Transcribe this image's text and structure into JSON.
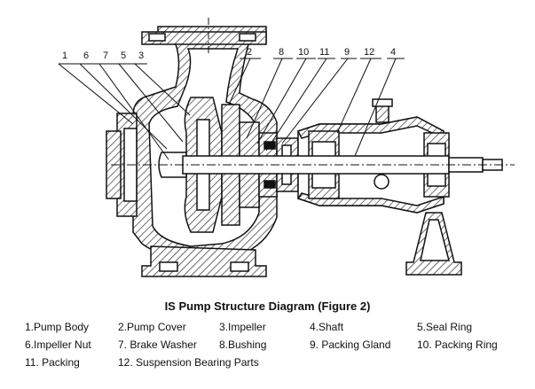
{
  "caption": "IS Pump Structure Diagram (Figure 2)",
  "callouts": [
    "1",
    "6",
    "7",
    "5",
    "3",
    "2",
    "8",
    "10",
    "11",
    "9",
    "12",
    "4"
  ],
  "legend": [
    "1.Pump Body",
    "2.Pump Cover",
    "3.Impeller",
    "4.Shaft",
    "5.Seal Ring",
    "6.Impeller Nut",
    "7. Brake Washer",
    "8.Bushing",
    "9. Packing Gland",
    "10. Packing Ring",
    "11. Packing",
    "12. Suspension Bearing Parts"
  ]
}
